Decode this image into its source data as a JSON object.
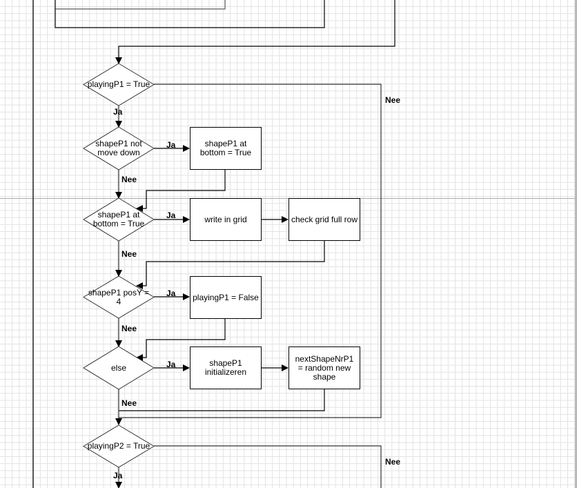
{
  "diagram": {
    "decisions": [
      {
        "id": "d1",
        "text": "playingP1 = True"
      },
      {
        "id": "d2",
        "text": "shapeP1 not\nmove down"
      },
      {
        "id": "d3",
        "text": "shapeP1 at\nbottom = True"
      },
      {
        "id": "d4",
        "text": "shapeP1 posY =\n4"
      },
      {
        "id": "d5",
        "text": "else"
      },
      {
        "id": "d6",
        "text": "playingP2 = True"
      }
    ],
    "processes": [
      {
        "id": "p1",
        "text": "shapeP1 at\nbottom = True"
      },
      {
        "id": "p2",
        "text": "write in grid"
      },
      {
        "id": "p3",
        "text": "check grid full row"
      },
      {
        "id": "p4",
        "text": "playingP1 = False"
      },
      {
        "id": "p5",
        "text": "shapeP1\ninitializeren"
      },
      {
        "id": "p6",
        "text": "nextShapeNrP1\n= random new\nshape"
      }
    ],
    "edge_labels": {
      "yes": "Ja",
      "no": "Nee"
    }
  }
}
